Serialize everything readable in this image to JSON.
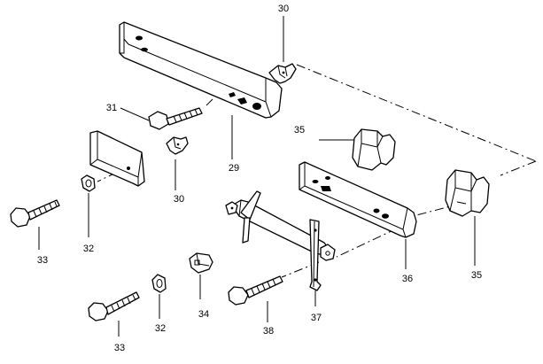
{
  "callouts": {
    "c29": "29",
    "c30a": "30",
    "c30b": "30",
    "c31": "31",
    "c32a": "32",
    "c32b": "32",
    "c33a": "33",
    "c33b": "33",
    "c34": "34",
    "c35a": "35",
    "c35b": "35",
    "c36": "36",
    "c37": "37",
    "c38": "38"
  },
  "colors": {
    "line": "#000000",
    "background": "#ffffff"
  }
}
